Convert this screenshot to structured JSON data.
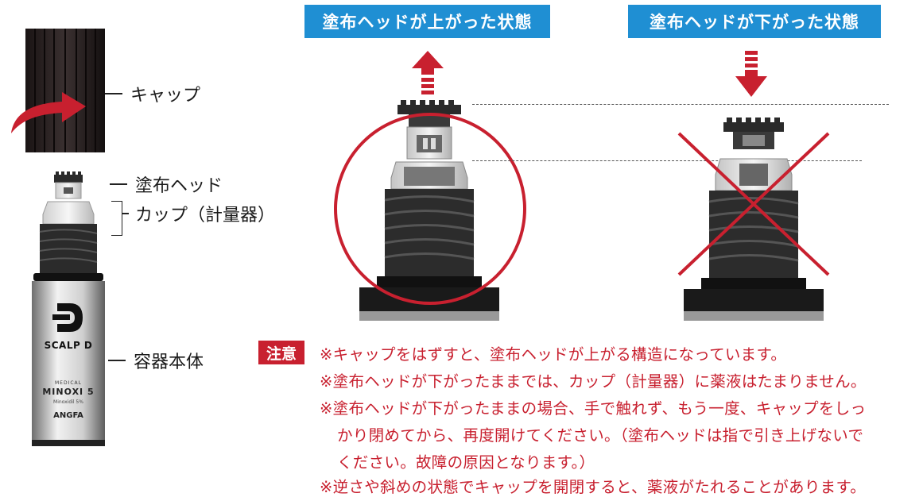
{
  "headers": {
    "up": "塗布ヘッドが上がった状態",
    "down": "塗布ヘッドが下がった状態"
  },
  "parts": {
    "cap": "キャップ",
    "head": "塗布ヘッド",
    "cup": "カップ（計量器）",
    "body": "容器本体"
  },
  "product": {
    "brand": "SCALP D",
    "medical": "MEDICAL",
    "name": "MINOXI 5",
    "sub": "Minoxidil 5%",
    "maker": "ANGFA"
  },
  "notice": {
    "badge": "注意",
    "lines": [
      "※キャップをはずすと、塗布ヘッドが上がる構造になっています。",
      "※塗布ヘッドが下がったままでは、カップ（計量器）に薬液はたまりません。",
      "※塗布ヘッドが下がったままの場合、手で触れず、もう一度、キャップをしっ",
      "かり閉めてから、再度開けてください。（塗布ヘッドは指で引き上げないで",
      "ください。故障の原因となります。）",
      "※逆さや斜めの状態でキャップを開閉すると、薬液がたれることがあります。"
    ]
  },
  "colors": {
    "header_blue": "#1f8fd3",
    "accent_red": "#c8202f"
  }
}
